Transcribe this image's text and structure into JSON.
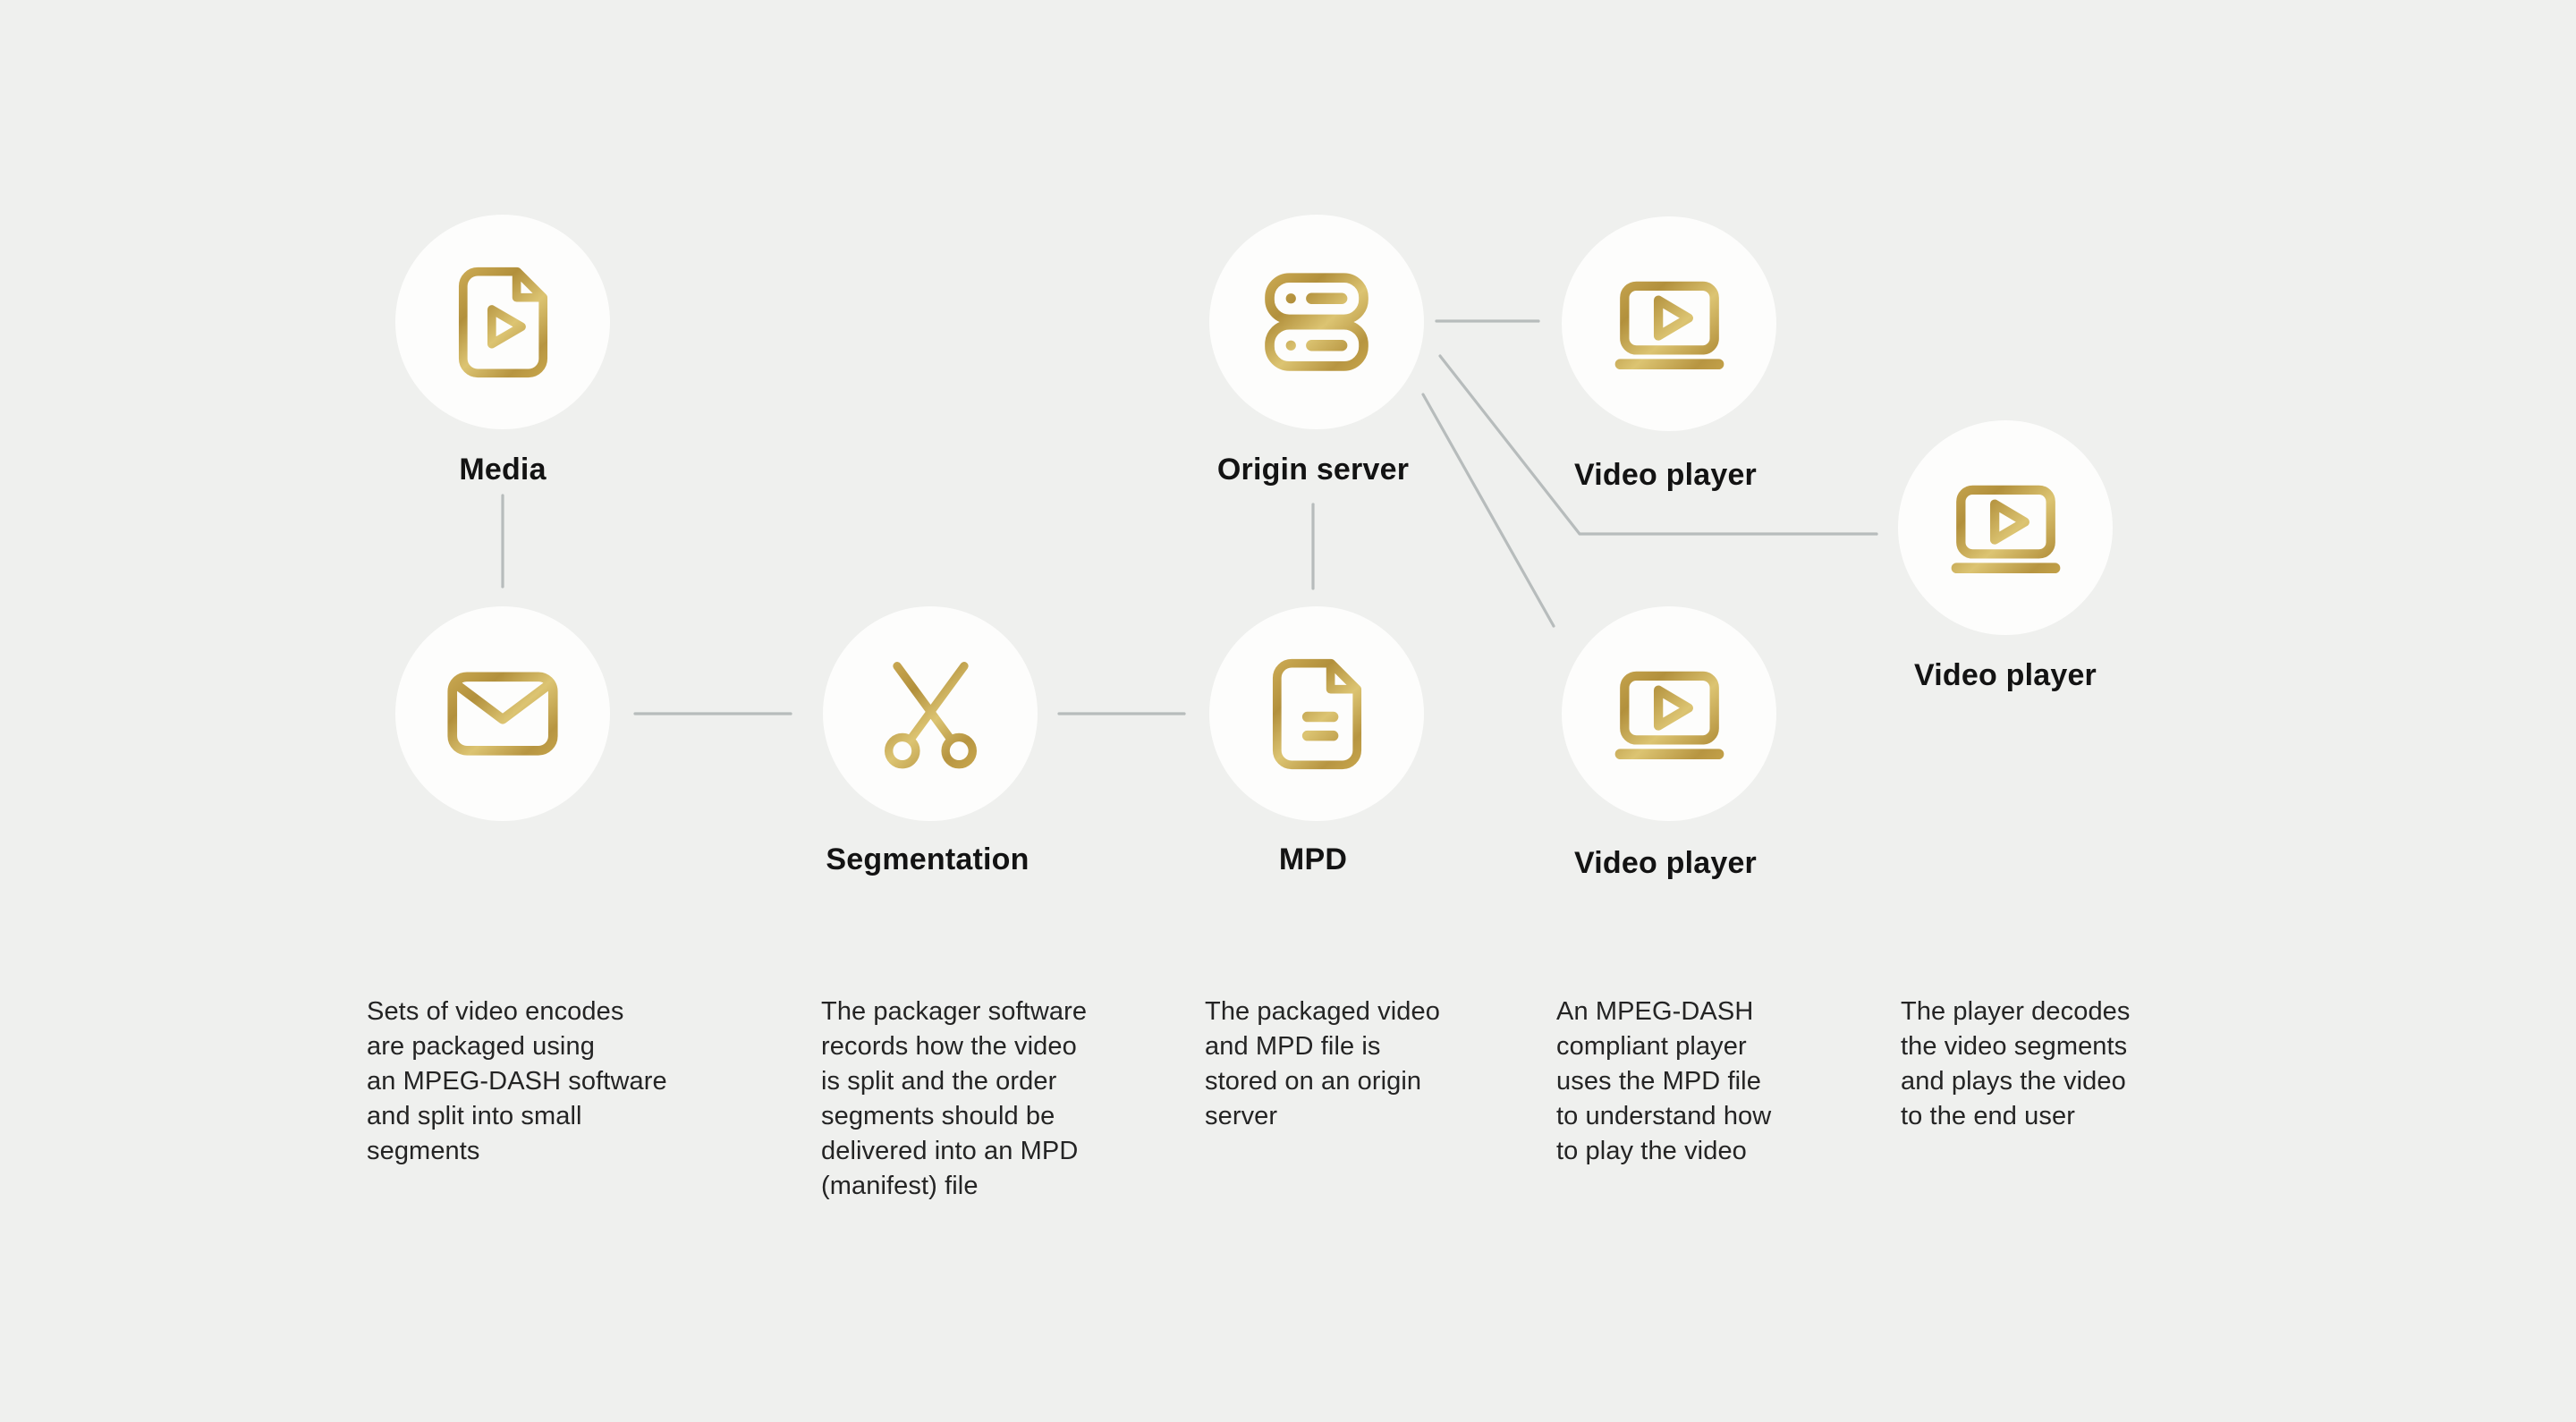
{
  "diagram": {
    "topic": "MPEG-DASH video streaming workflow",
    "colors": {
      "background": "#eff0ee",
      "node_fill": "#fdfdfc",
      "gold": "#c2a14b",
      "gold_light": "#dcc474",
      "gold_dark": "#a4853a",
      "arrow": "#b7bcbc",
      "label_text": "#131313",
      "body_text": "#242424"
    },
    "nodes": [
      {
        "id": "media",
        "label": "Media",
        "icon": "file-play-icon"
      },
      {
        "id": "envelope",
        "label": "",
        "icon": "envelope-icon"
      },
      {
        "id": "segmentation",
        "label": "Segmentation",
        "icon": "scissors-icon"
      },
      {
        "id": "mpd",
        "label": "MPD",
        "icon": "document-lines-icon"
      },
      {
        "id": "origin-server",
        "label": "Origin server",
        "icon": "server-stack-icon"
      },
      {
        "id": "video-player-1",
        "label": "Video player",
        "icon": "video-player-icon"
      },
      {
        "id": "video-player-2",
        "label": "Video player",
        "icon": "video-player-icon"
      },
      {
        "id": "video-player-3",
        "label": "Video player",
        "icon": "video-player-icon"
      }
    ],
    "edges": [
      {
        "from": "media",
        "to": "envelope"
      },
      {
        "from": "envelope",
        "to": "segmentation"
      },
      {
        "from": "segmentation",
        "to": "mpd"
      },
      {
        "from": "mpd",
        "to": "origin-server"
      },
      {
        "from": "origin-server",
        "to": "video-player-1"
      },
      {
        "from": "origin-server",
        "to": "video-player-2"
      },
      {
        "from": "origin-server",
        "to": "video-player-3"
      }
    ],
    "descriptions": [
      "Sets of video encodes\nare packaged using\nan MPEG-DASH software\nand split into small\nsegments",
      "The packager software\nrecords how the video\nis split and the order\nsegments should be\ndelivered into an MPD\n(manifest) file",
      "The packaged video\nand MPD file is\nstored on an origin\nserver",
      "An MPEG-DASH\ncompliant player\nuses the MPD file\nto understand how\nto play the video",
      "The player decodes\nthe video segments\nand plays the video\nto the end user"
    ]
  }
}
